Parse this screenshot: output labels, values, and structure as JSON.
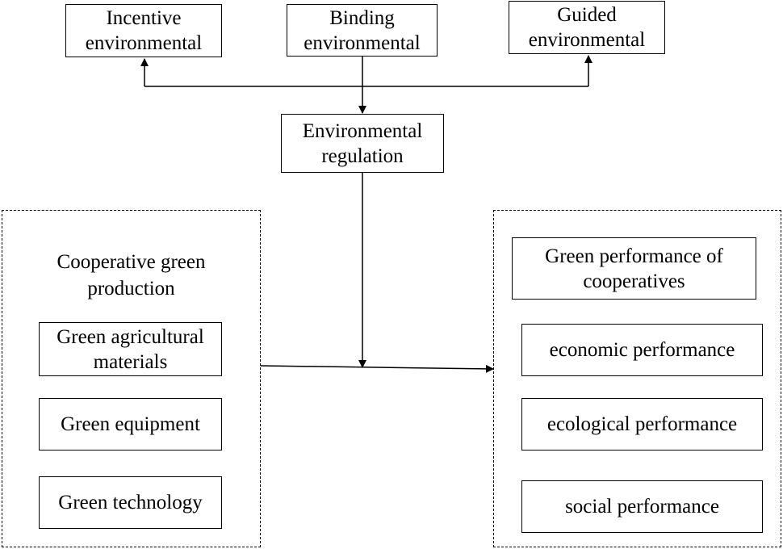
{
  "regulation_types": {
    "incentive": [
      "Incentive",
      "environmental"
    ],
    "binding": [
      "Binding",
      "environmental"
    ],
    "guided": [
      "Guided",
      "environmental"
    ]
  },
  "environmental_regulation": [
    "Environmental",
    "regulation"
  ],
  "cooperative_production": {
    "heading": [
      "Cooperative green",
      "production"
    ],
    "items": {
      "materials": [
        "Green agricultural",
        "materials"
      ],
      "equipment": "Green equipment",
      "technology": "Green technology"
    }
  },
  "green_performance": {
    "heading": [
      "Green performance of",
      "cooperatives"
    ],
    "items": {
      "economic": "economic performance",
      "ecological": "ecological performance",
      "social": "social performance"
    }
  }
}
